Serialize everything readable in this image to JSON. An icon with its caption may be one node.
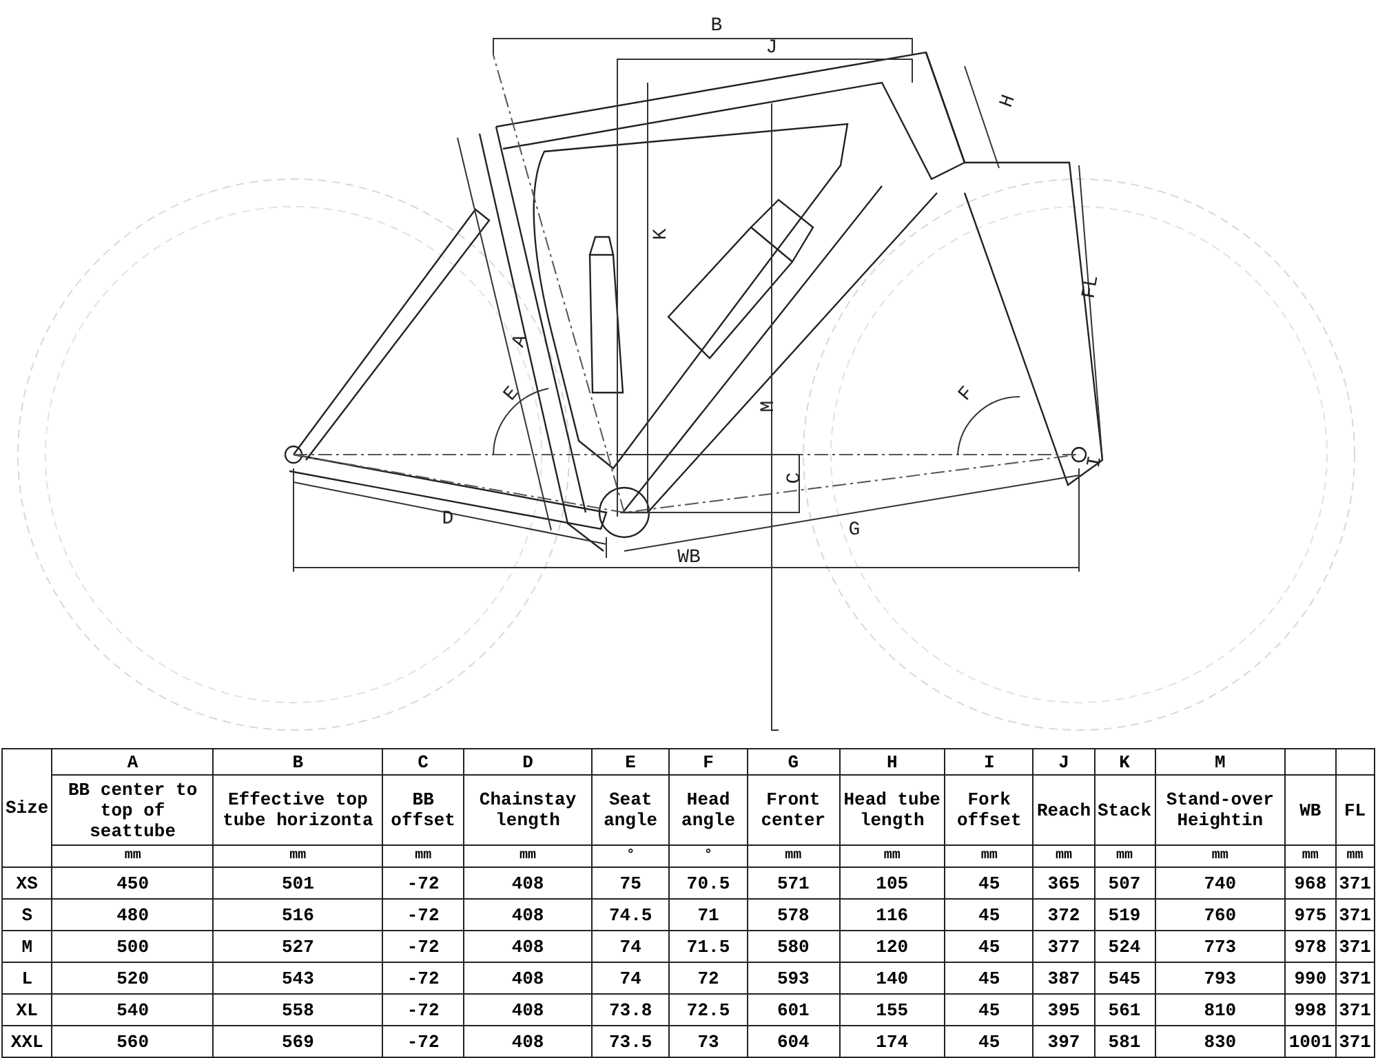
{
  "diagram": {
    "labels": [
      "B",
      "J",
      "H",
      "K",
      "FL",
      "A",
      "E",
      "F",
      "M",
      "I",
      "C",
      "D",
      "G",
      "WB",
      "Size",
      "A",
      "B",
      "C",
      "D",
      "E",
      "F",
      "G",
      "H",
      "I",
      "J",
      "K",
      "M",
      "BB center to top of seattube",
      "Effective top tube horizonta",
      "BB offset",
      "Chainstay length",
      "Seat angle",
      "Head angle",
      "Front center",
      "Head tube length",
      "Fork offset",
      "Reach",
      "Stack",
      "Stand-over Heightin",
      "WB",
      "FL",
      "mm",
      "mm",
      "mm",
      "mm",
      "°",
      "°",
      "mm",
      "mm",
      "mm",
      "mm",
      "mm",
      "mm",
      "mm",
      "mm",
      "XS",
      "450",
      "501",
      "-72",
      "408",
      "75",
      "70.5",
      "571",
      "105",
      "45",
      "365",
      "507",
      "740",
      "968",
      "371",
      "S",
      "480",
      "516",
      "-72",
      "408",
      "74.5",
      "71",
      "578",
      "116",
      "45",
      "372",
      "519",
      "760",
      "975",
      "371",
      "M",
      "500",
      "527",
      "-72",
      "408",
      "74",
      "71.5",
      "580",
      "120",
      "45",
      "377",
      "524",
      "773",
      "978",
      "371",
      "L",
      "520",
      "543",
      "-72",
      "408",
      "74",
      "72",
      "593",
      "140",
      "45",
      "387",
      "545",
      "793",
      "990",
      "371",
      "XL",
      "540",
      "558",
      "-72",
      "408",
      "73.8",
      "72.5",
      "601",
      "155",
      "45",
      "395",
      "561",
      "810",
      "998",
      "371",
      "XXL",
      "560",
      "569",
      "-72",
      "408",
      "73.5",
      "73",
      "604",
      "174",
      "45",
      "397",
      "581",
      "830",
      "1001",
      "371"
    ]
  }
}
